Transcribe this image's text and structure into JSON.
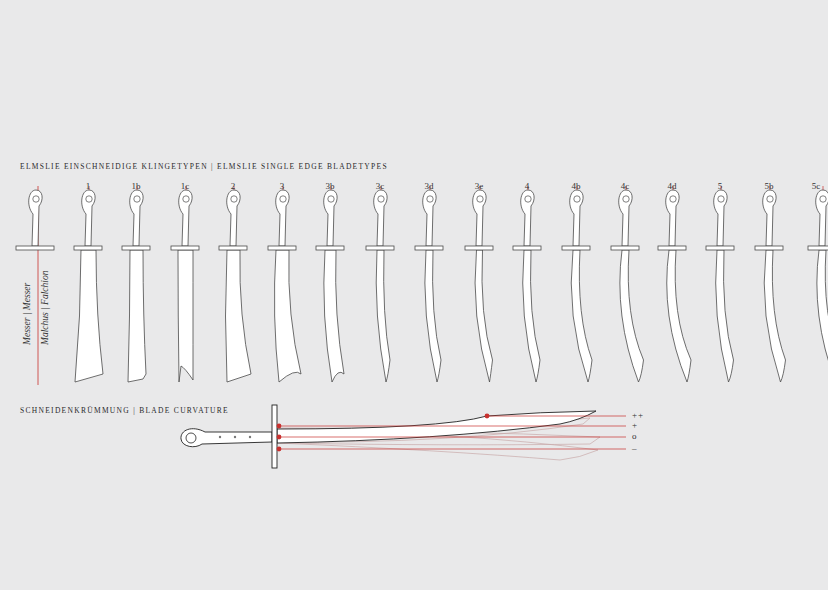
{
  "diagram": {
    "title": "ELMSLIE EINSCHNEIDIGE KLINGETYPEN | ELMSLIE SINGLE EDGE BLADETYPES",
    "labels": [
      "1",
      "1b",
      "1c",
      "2",
      "3",
      "3b",
      "3c",
      "3d",
      "3e",
      "4",
      "4b",
      "4c",
      "4d",
      "5",
      "5b",
      "5c",
      "Malchus | Falchion",
      "Messer | Messer",
      "SCHNEIDENKRÜMMUNG | BLADE CURVATURE",
      "++",
      "+",
      "o",
      "–"
    ]
  }
}
